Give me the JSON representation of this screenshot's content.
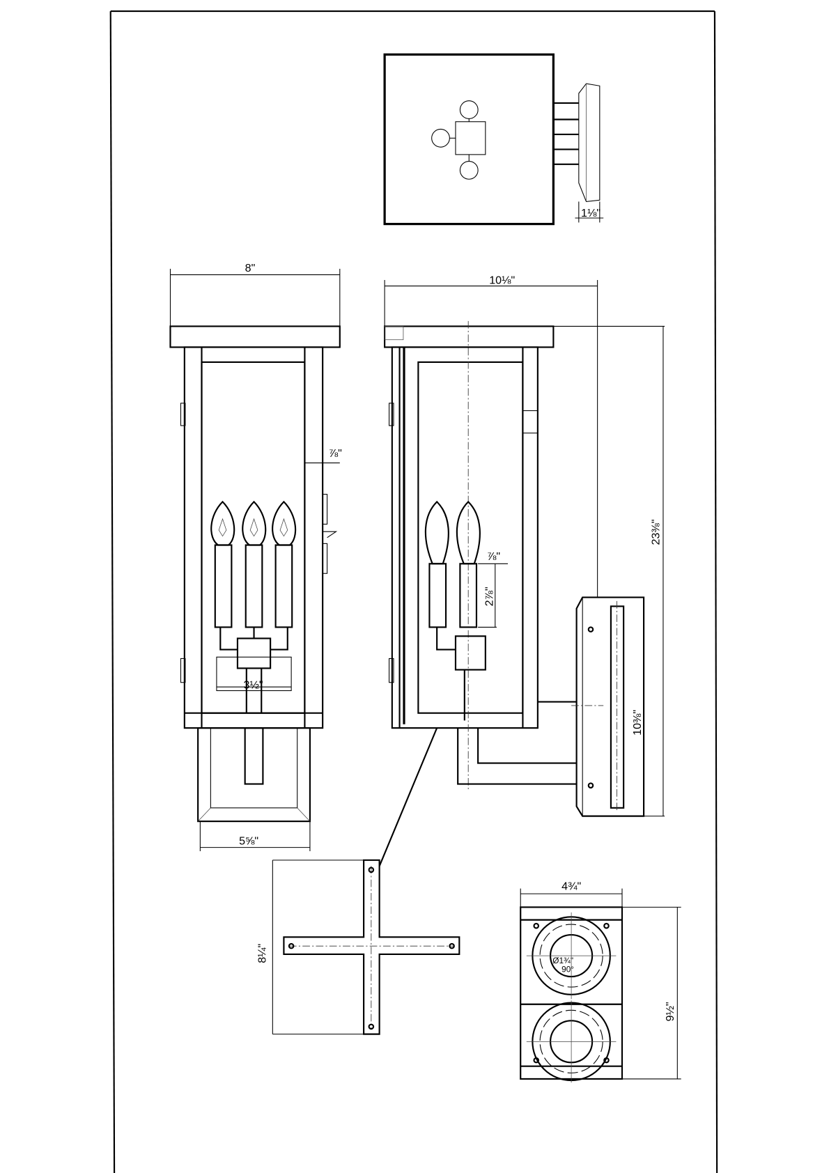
{
  "drawing": {
    "title": "Outdoor wall lantern dimension drawing",
    "dimensions": {
      "top_wall_plate_depth": "1⅛\"",
      "front_width": "8\"",
      "side_depth": "10⅛\"",
      "frame_post": "⅞\"",
      "overall_height": "23⅜\"",
      "socket_offset": "⅞\"",
      "candle_height": "2⅞\"",
      "cluster_width": "3½\"",
      "backplate_height": "10⅜\"",
      "bracket_width": "5⅝\"",
      "crossbar_height": "8¼\"",
      "mount_width": "4¾\"",
      "mount_height": "9½\"",
      "knockout_diameter": "Ø1¾\"",
      "knockout_angle": "90°"
    }
  }
}
